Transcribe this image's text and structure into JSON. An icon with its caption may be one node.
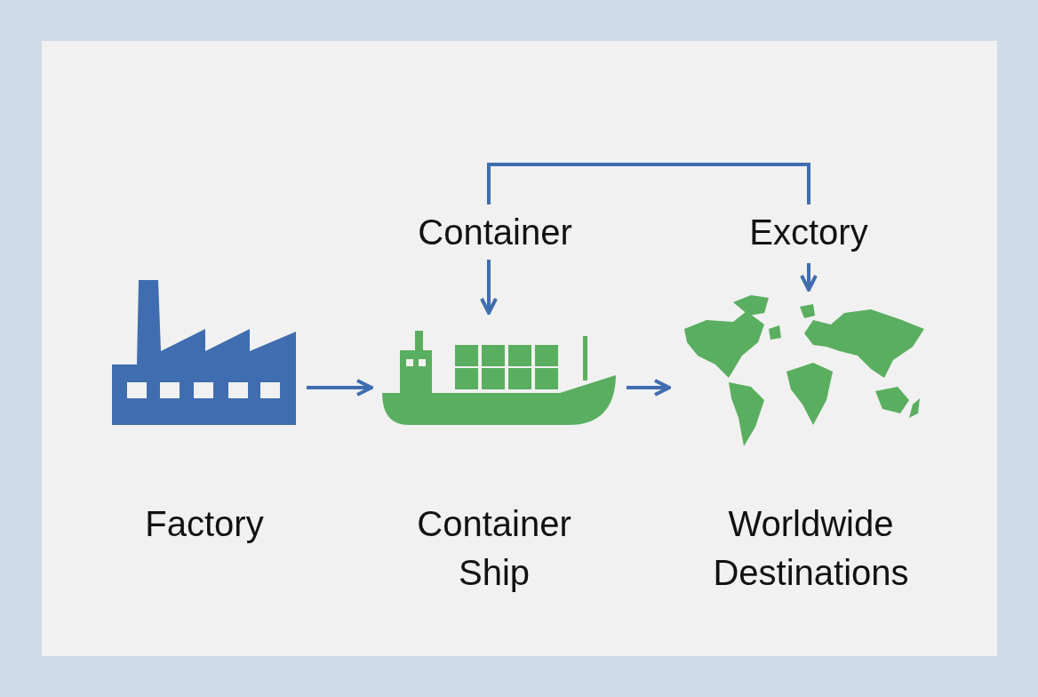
{
  "diagram": {
    "nodes": [
      {
        "text": [],
        "shape": "picture",
        "beside": [
          "Factory"
        ]
      },
      {
        "text": [],
        "shape": "picture",
        "beside": [
          "Container Ship"
        ]
      },
      {
        "text": [],
        "shape": "picture",
        "beside": [
          "Worldwide Destinations"
        ]
      },
      {
        "text": [
          "Container"
        ]
      },
      {
        "text": [
          "Exctory"
        ]
      }
    ],
    "edges": [
      {
        "from": 0,
        "to": 1,
        "arrow": "to"
      },
      {
        "from": 1,
        "to": 2,
        "arrow": "to"
      },
      {
        "from": 3,
        "to": 1,
        "arrow": "to"
      },
      {
        "from": 4,
        "to": 2,
        "arrow": "to"
      },
      {
        "from": 3,
        "to": 4,
        "arrow": "none"
      }
    ]
  }
}
